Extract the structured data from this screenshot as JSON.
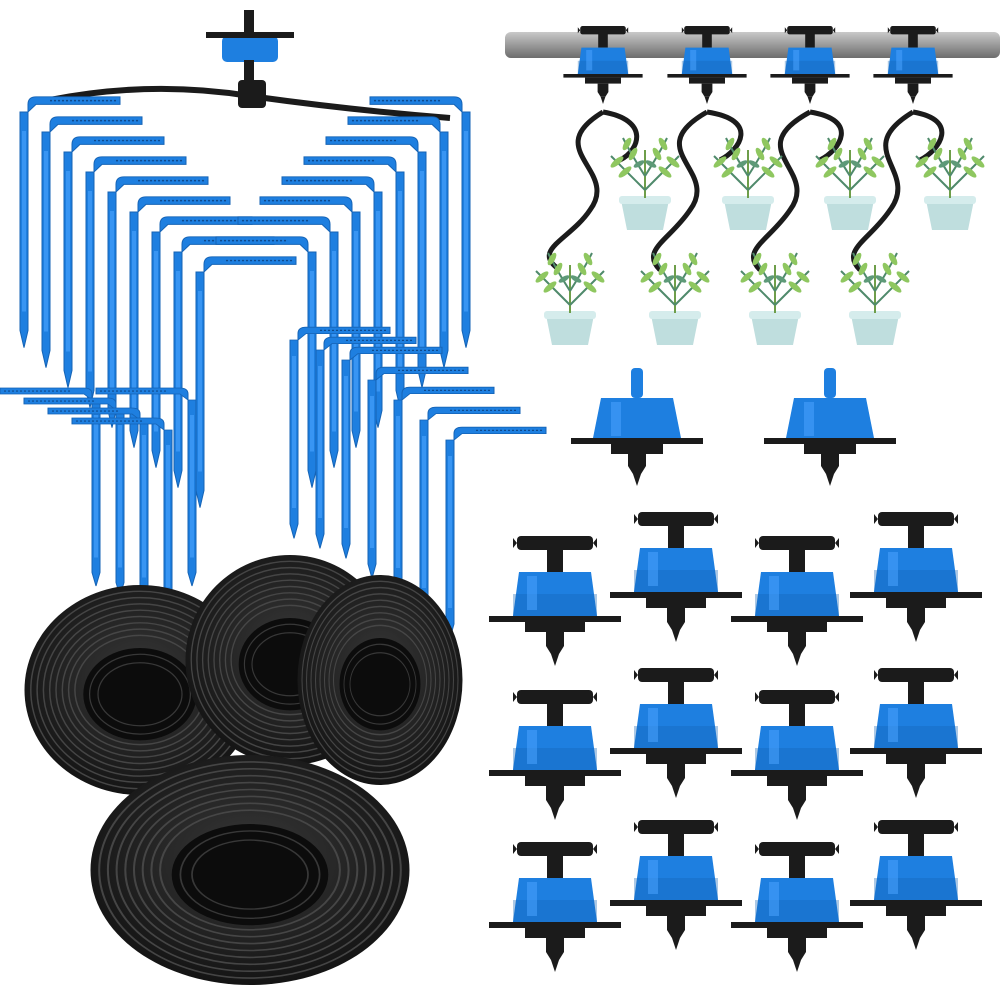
{
  "image": {
    "background": "#ffffff",
    "colors": {
      "emitter_blue": "#1e7fe0",
      "emitter_blue_light": "#4aa3ff",
      "emitter_blue_dark": "#1563b5",
      "fitting_black": "#1b1b1b",
      "tubing_black": "#262626",
      "pipe_gray": "#9a9a9a",
      "pot_color": "#bfdede",
      "leaf_green": "#8fc760",
      "leaf_dark": "#4f8a6b"
    },
    "objects": {
      "bent_arrow_stakes": "blue-stake",
      "tubing_coils": "black-coil",
      "pressure_emitters": "drip-emitter",
      "hanging_demo": "pipe-with-potted-plants"
    }
  }
}
